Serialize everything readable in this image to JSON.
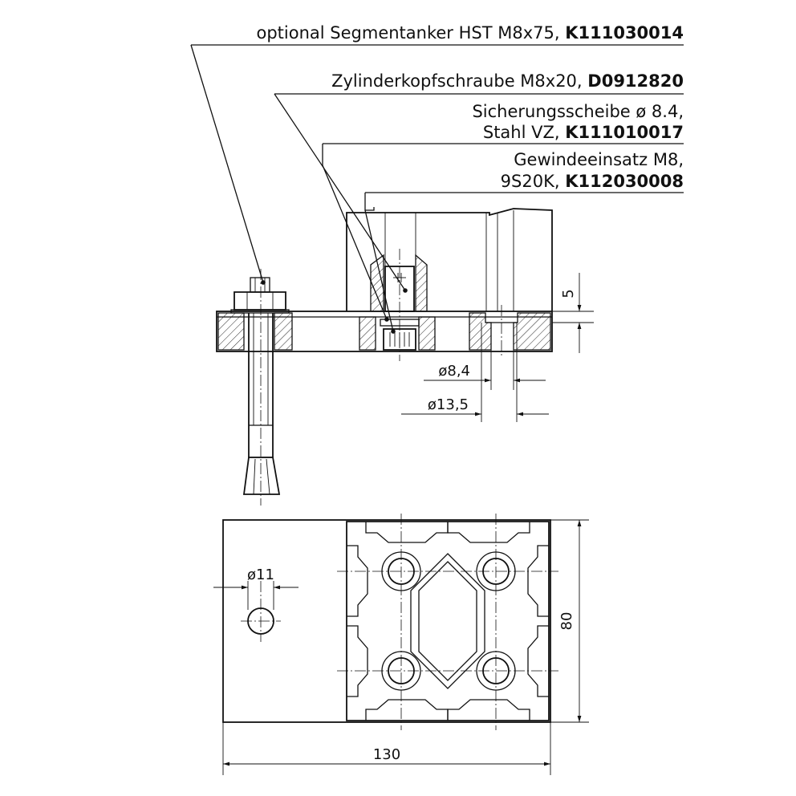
{
  "callouts": [
    {
      "text": "optional Segmentanker HST M8x75, ",
      "part": "K111030014"
    },
    {
      "text": "Zylinderkopfschraube M8x20, ",
      "part": "D0912820"
    },
    {
      "line1": "Sicherungsscheibe ø 8.4,",
      "line2": "Stahl VZ, ",
      "part": "K111010017"
    },
    {
      "line1": "Gewindeeinsatz M8,",
      "line2": "9S20K, ",
      "part": "K112030008"
    }
  ],
  "dimensions": {
    "hole_small": "ø8,4",
    "hole_counterbore": "ø13,5",
    "plate_thickness": "5",
    "anchor_hole": "ø11",
    "height": "80",
    "width": "130"
  }
}
